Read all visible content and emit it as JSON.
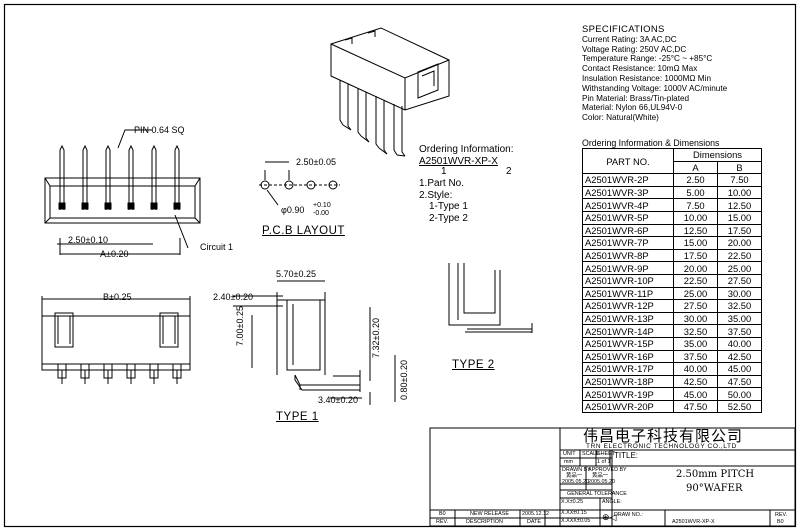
{
  "specifications": {
    "title": "SPECIFICATIONS",
    "lines": [
      "Current Rating: 3A AC,DC",
      "Voltage Rating: 250V AC,DC",
      "Temperature Range: -25°C ~ +85°C",
      "Contact Resistance: 10mΩ Max",
      "Insulation Resistance: 1000MΩ Min",
      "Withstanding Voltage: 1000V AC/minute",
      "Pin Material: Brass/Tin-plated",
      "Material: Nylon 66,UL94V-0",
      "Color: Natural(White)"
    ]
  },
  "dimensions_table": {
    "title": "Ordering Information & Dimensions",
    "col_part": "PART NO.",
    "col_group": "Dimensions",
    "col_a": "A",
    "col_b": "B",
    "rows": [
      [
        "A2501WVR-2P",
        "2.50",
        "7.50"
      ],
      [
        "A2501WVR-3P",
        "5.00",
        "10.00"
      ],
      [
        "A2501WVR-4P",
        "7.50",
        "12.50"
      ],
      [
        "A2501WVR-5P",
        "10.00",
        "15.00"
      ],
      [
        "A2501WVR-6P",
        "12.50",
        "17.50"
      ],
      [
        "A2501WVR-7P",
        "15.00",
        "20.00"
      ],
      [
        "A2501WVR-8P",
        "17.50",
        "22.50"
      ],
      [
        "A2501WVR-9P",
        "20.00",
        "25.00"
      ],
      [
        "A2501WVR-10P",
        "22.50",
        "27.50"
      ],
      [
        "A2501WVR-11P",
        "25.00",
        "30.00"
      ],
      [
        "A2501WVR-12P",
        "27.50",
        "32.50"
      ],
      [
        "A2501WVR-13P",
        "30.00",
        "35.00"
      ],
      [
        "A2501WVR-14P",
        "32.50",
        "37.50"
      ],
      [
        "A2501WVR-15P",
        "35.00",
        "40.00"
      ],
      [
        "A2501WVR-16P",
        "37.50",
        "42.50"
      ],
      [
        "A2501WVR-17P",
        "40.00",
        "45.00"
      ],
      [
        "A2501WVR-18P",
        "42.50",
        "47.50"
      ],
      [
        "A2501WVR-19P",
        "45.00",
        "50.00"
      ],
      [
        "A2501WVR-20P",
        "47.50",
        "52.50"
      ]
    ]
  },
  "ordering": {
    "title": "Ordering Information:",
    "code": "A2501WVR-XP-X",
    "idx1": "1",
    "idx2": "2",
    "item1": "1.Part No.",
    "item2": "2.Style:",
    "style1": "1-Type 1",
    "style2": "2-Type 2"
  },
  "drawing": {
    "pin_label": "PIN 0.64 SQ",
    "pitch_top": "2.50±0.10",
    "dim_a": "A±0.20",
    "circuit": "Circuit 1",
    "dim_b": "B±0.25",
    "pcb_pitch": "2.50±0.05",
    "hole": "φ0.90",
    "hole_tol_plus": "+0.10",
    "hole_tol_minus": "-0.00",
    "pcb_title": "P.C.B LAYOUT",
    "d_240": "2.40±0.20",
    "d_570": "5.70±0.25",
    "d_700": "7.00±0.25",
    "d_732": "7.32±0.20",
    "d_080": "0.80±0.20",
    "d_340": "3.40±0.20",
    "type1": "TYPE 1",
    "type2": "TYPE 2"
  },
  "title_block": {
    "company_cn": "伟昌电子科技有限公司",
    "company_en": "TRN ELECTRONIC TECHNOLOGY CO.,LTD",
    "unit_label": "UNIT",
    "unit_value": "mm",
    "scale_label": "SCALE",
    "sheet_label": "SHEET",
    "sheet_value": "1 of 1",
    "title_label": "TITLE:",
    "title_line1": "2.50mm PITCH",
    "title_line2": "90°WAFER",
    "drawn_by": "DRAWN BY",
    "drawn_name": "黄品一",
    "drawn_date": "2005.05.20",
    "approved_by": "APPROVED BY",
    "approved_name": "黄品一",
    "approved_date": "2005.05.20",
    "general_tol": "GENERAL TOLERANCE",
    "tol1": "X.X±0.25",
    "tol2": "X.XX±0.15",
    "tol3": "X.XXX±0.05",
    "angle": "ANGLE:",
    "rev_row_rev": "B0",
    "rev_row_desc": "NEW RELEASE",
    "rev_row_date": "2005.12.12",
    "rev_label": "REV.",
    "desc_label": "DESCRIPTION",
    "date_label": "DATE",
    "drw_no_label": "DRAW NO.:",
    "drw_no": "A2501WVR-XP-X",
    "rev_value": "B0"
  }
}
